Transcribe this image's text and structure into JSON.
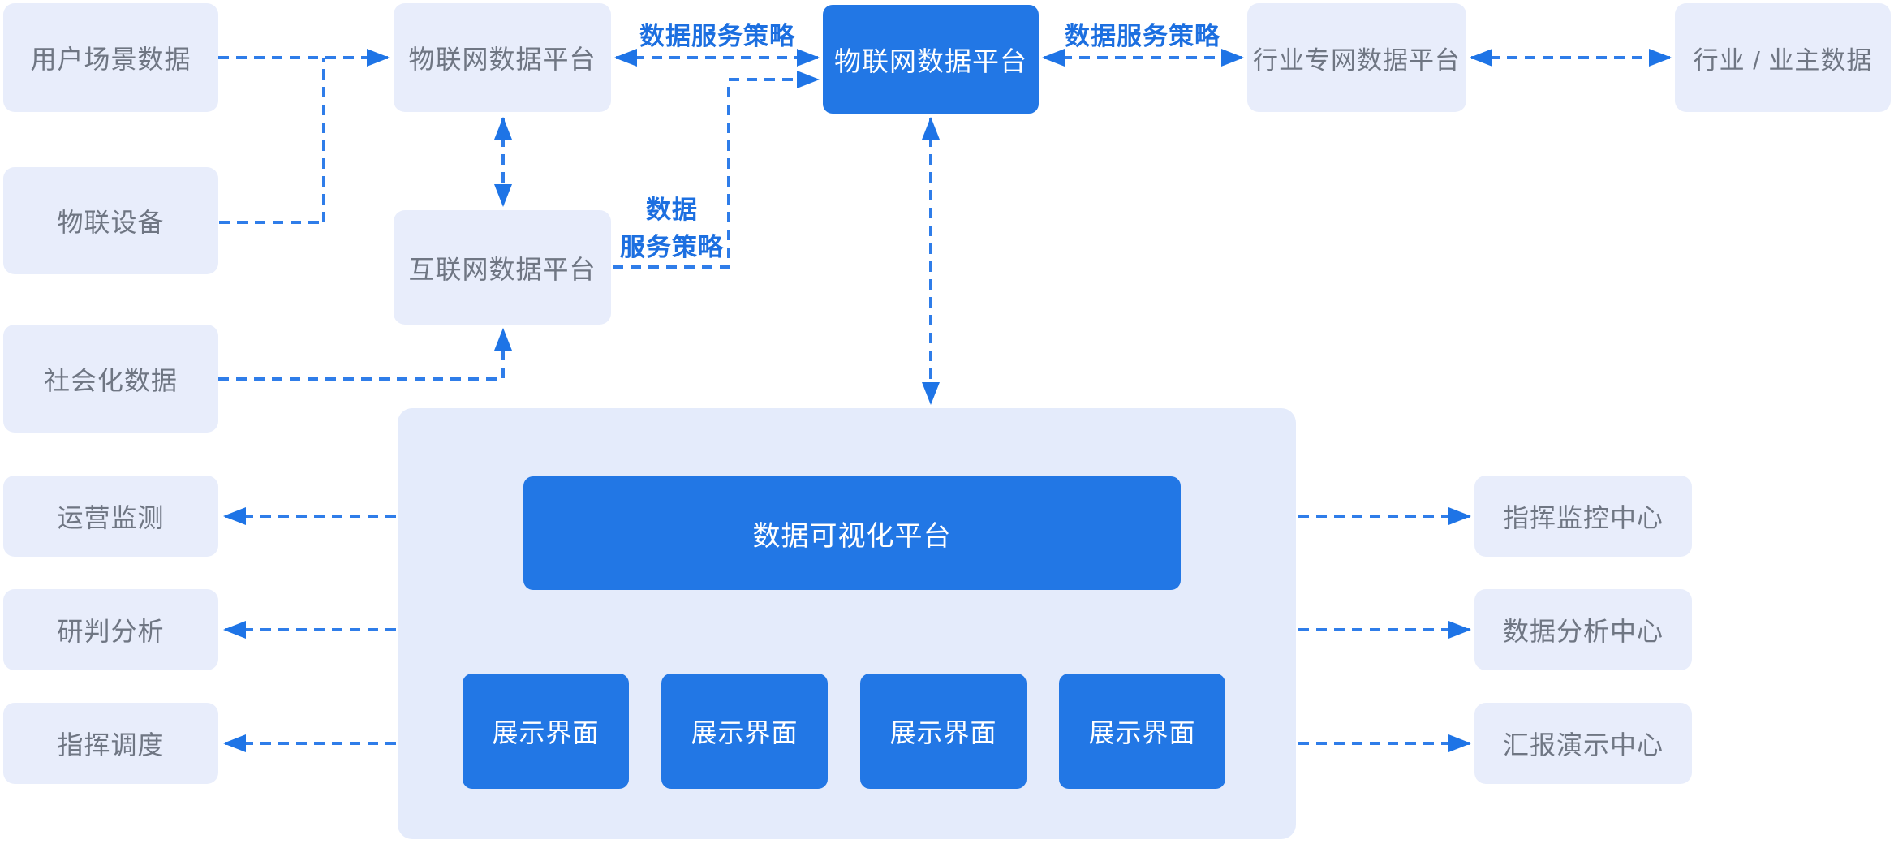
{
  "diagram": {
    "left_column": [
      "用户场景数据",
      "物联设备",
      "社会化数据",
      "运营监测",
      "研判分析",
      "指挥调度"
    ],
    "middle_column": {
      "iot_platform": "物联网数据平台",
      "internet_platform": "互联网数据平台"
    },
    "center_hub": {
      "label": "物联网数据平台"
    },
    "top_right": {
      "industry_private_platform": "行业专网数据平台",
      "industry_owner_data": "行业 / 业主数据"
    },
    "visualization": {
      "platform": "数据可视化平台",
      "panels": [
        "展示界面",
        "展示界面",
        "展示界面",
        "展示界面"
      ]
    },
    "right_column": [
      "指挥监控中心",
      "数据分析中心",
      "汇报演示中心"
    ],
    "edge_labels": {
      "top_left": "数据服务策略",
      "top_right": "数据服务策略",
      "mid_line1": "数据",
      "mid_line2": "服务策略"
    },
    "colors": {
      "accent": "#2277e5",
      "line": "#2f7de9",
      "label_text": "#1c6fe0",
      "node_fill": "#e8edfb",
      "container_fill": "#e4ebfb",
      "node_text": "#6f7683",
      "background": "#ffffff"
    }
  }
}
